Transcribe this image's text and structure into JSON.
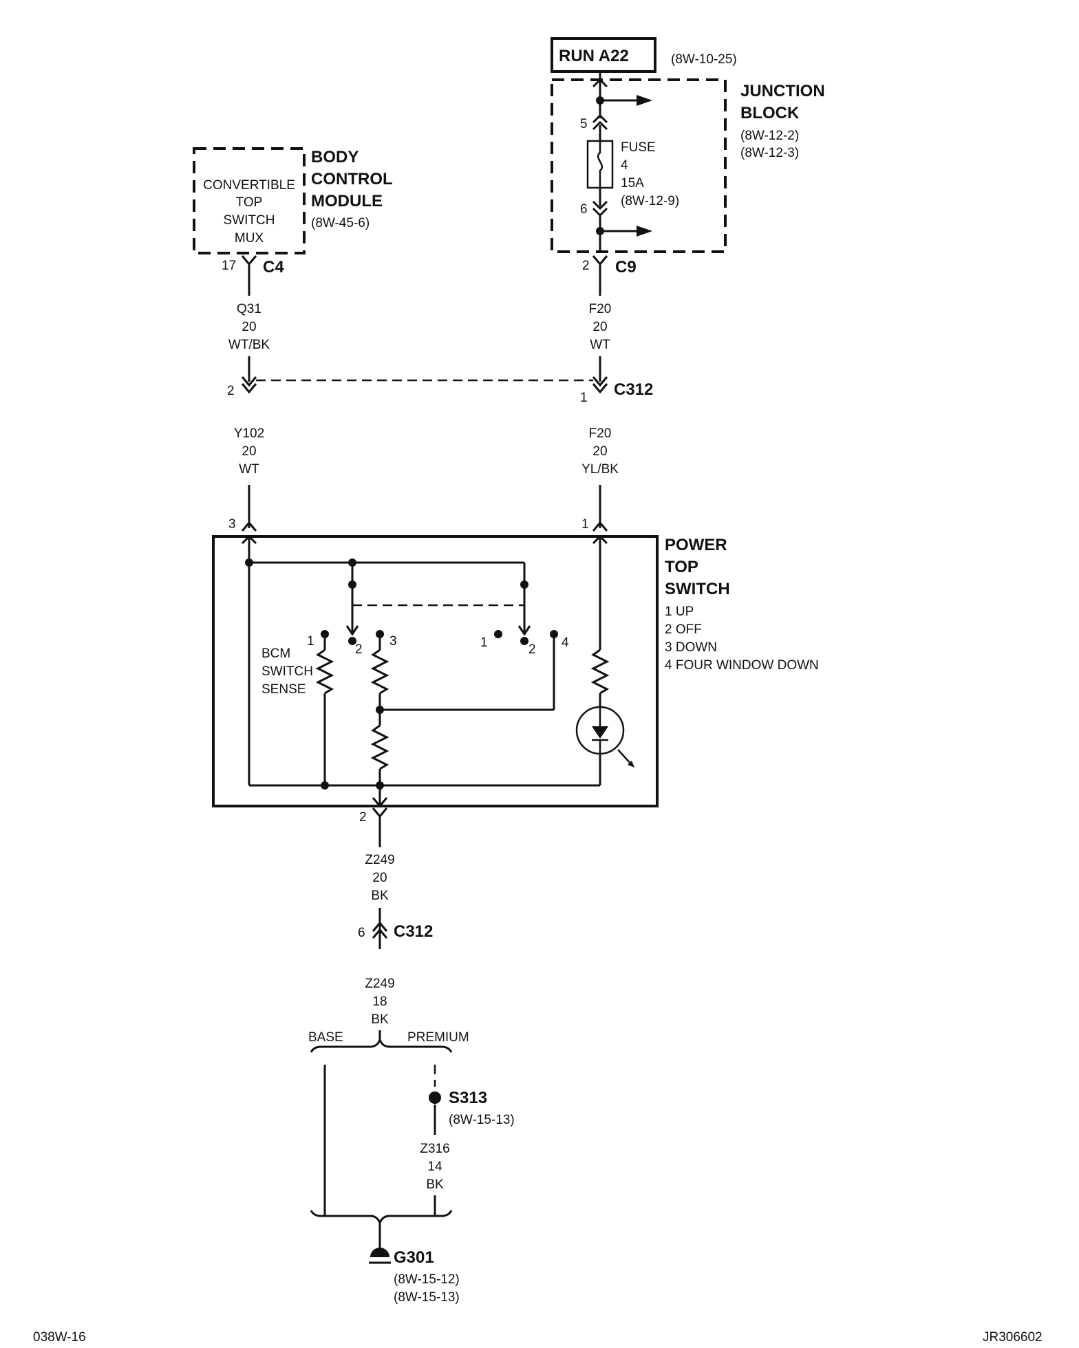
{
  "run": {
    "label": "RUN A22",
    "ref": "(8W-10-25)"
  },
  "junction_block": {
    "title_line1": "JUNCTION",
    "title_line2": "BLOCK",
    "ref1": "(8W-12-2)",
    "ref2": "(8W-12-3)",
    "fuse_label": "FUSE",
    "fuse_number": "4",
    "fuse_rating": "15A",
    "fuse_ref": "(8W-12-9)",
    "pin_in": "5",
    "pin_out": "6"
  },
  "bcm": {
    "title_line1": "BODY",
    "title_line2": "CONTROL",
    "title_line3": "MODULE",
    "ref": "(8W-45-6)",
    "inner_line1": "CONVERTIBLE",
    "inner_line2": "TOP",
    "inner_line3": "SWITCH",
    "inner_line4": "MUX"
  },
  "connectors": {
    "c4": {
      "name": "C4",
      "pin": "17"
    },
    "c9": {
      "name": "C9",
      "pin": "2"
    },
    "c312_top": {
      "name": "C312",
      "pin_left": "2",
      "pin_right": "1"
    },
    "c312_bottom": {
      "name": "C312",
      "pin": "6"
    }
  },
  "wires": {
    "q31": {
      "circuit": "Q31",
      "gauge": "20",
      "color": "WT/BK"
    },
    "f20_upper": {
      "circuit": "F20",
      "gauge": "20",
      "color": "WT"
    },
    "y102": {
      "circuit": "Y102",
      "gauge": "20",
      "color": "WT"
    },
    "f20_lower": {
      "circuit": "F20",
      "gauge": "20",
      "color": "YL/BK"
    },
    "z249_upper": {
      "circuit": "Z249",
      "gauge": "20",
      "color": "BK"
    },
    "z249_lower": {
      "circuit": "Z249",
      "gauge": "18",
      "color": "BK"
    },
    "z316": {
      "circuit": "Z316",
      "gauge": "14",
      "color": "BK"
    }
  },
  "power_top_switch": {
    "title_line1": "POWER",
    "title_line2": "TOP",
    "title_line3": "SWITCH",
    "pos1": "1 UP",
    "pos2": "2 OFF",
    "pos3": "3 DOWN",
    "pos4": "4 FOUR WINDOW DOWN",
    "pin_left": "3",
    "pin_right": "1",
    "pin_bottom": "2",
    "sense_line1": "BCM",
    "sense_line2": "SWITCH",
    "sense_line3": "SENSE",
    "contacts": [
      "1",
      "2",
      "3",
      "1",
      "2",
      "4"
    ]
  },
  "split": {
    "base": "BASE",
    "premium": "PREMIUM"
  },
  "splice": {
    "name": "S313",
    "ref": "(8W-15-13)"
  },
  "ground": {
    "name": "G301",
    "ref1": "(8W-15-12)",
    "ref2": "(8W-15-13)"
  },
  "footer": {
    "left": "038W-16",
    "right": "JR306602"
  }
}
